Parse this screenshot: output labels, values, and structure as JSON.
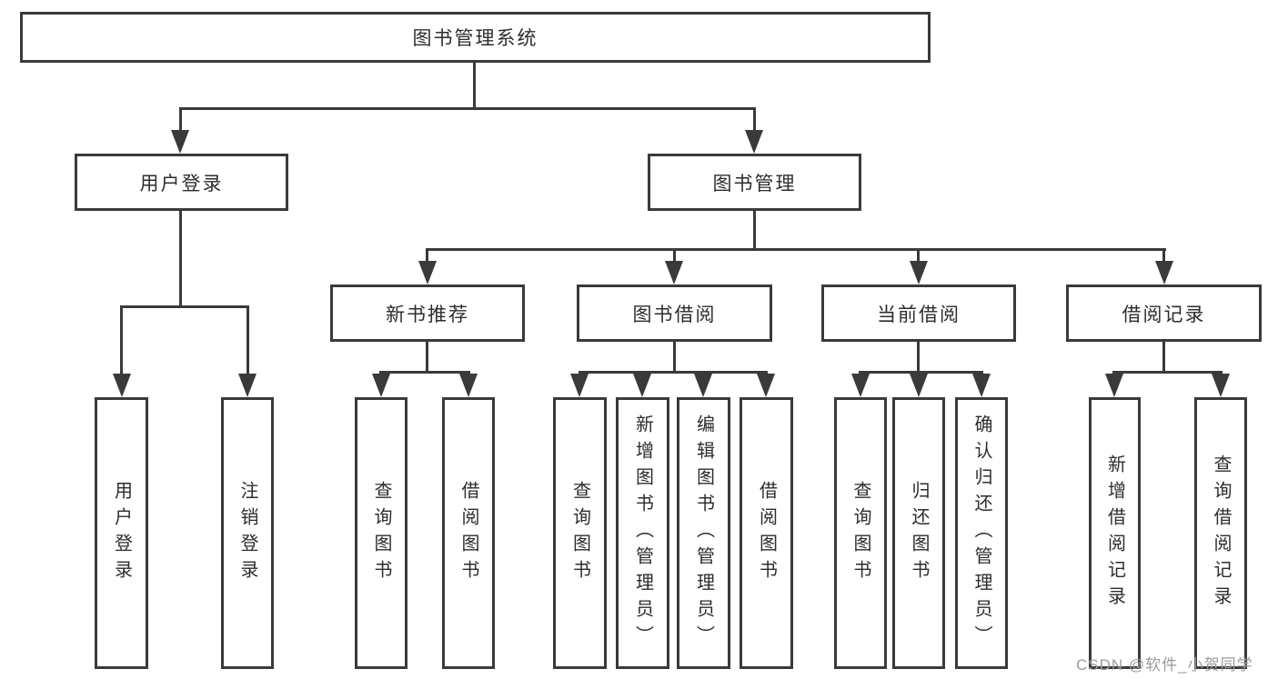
{
  "nodes": {
    "root": "图书管理系统",
    "user_login": "用户登录",
    "book_mgmt": "图书管理",
    "new_books": "新书推荐",
    "book_borrow": "图书借阅",
    "current_borrow": "当前借阅",
    "borrow_records": "借阅记录",
    "leaves": {
      "user_login": "用户登录",
      "logout": "注销登录",
      "nb_query": "查询图书",
      "nb_borrow": "借阅图书",
      "bb_query": "查询图书",
      "bb_add": "新增图书（管理员）",
      "bb_edit": "编辑图书（管理员）",
      "bb_borrow": "借阅图书",
      "cb_query": "查询图书",
      "cb_return": "归还图书",
      "cb_confirm": "确认归还（管理员）",
      "rec_add": "新增借阅记录",
      "rec_query": "查询借阅记录"
    }
  },
  "structure": {
    "图书管理系统": {
      "用户登录": [
        "用户登录",
        "注销登录"
      ],
      "图书管理": {
        "新书推荐": [
          "查询图书",
          "借阅图书"
        ],
        "图书借阅": [
          "查询图书",
          "新增图书（管理员）",
          "编辑图书（管理员）",
          "借阅图书"
        ],
        "当前借阅": [
          "查询图书",
          "归还图书",
          "确认归还（管理员）"
        ],
        "借阅记录": [
          "新增借阅记录",
          "查询借阅记录"
        ]
      }
    }
  },
  "watermark": "CSDN @软件_小贺同学",
  "colors": {
    "line": "#3a3a3a",
    "text": "#2d2d2d",
    "watermark": "#9b9b9b",
    "background": "#ffffff"
  }
}
